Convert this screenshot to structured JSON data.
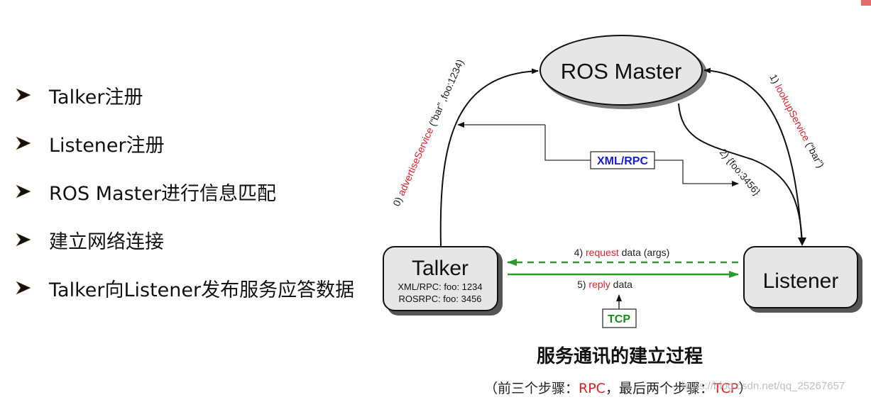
{
  "bullets": [
    {
      "text": "Talker注册"
    },
    {
      "text": "Listener注册"
    },
    {
      "text": "ROS Master进行信息匹配"
    },
    {
      "text": "建立网络连接"
    },
    {
      "text": "Talker向Listener发布服务应答数据"
    }
  ],
  "diagram": {
    "master": {
      "label": "ROS Master"
    },
    "talker": {
      "label": "Talker",
      "line1": "XML/RPC: foo: 1234",
      "line2": "ROSRPC: foo: 3456"
    },
    "listener": {
      "label": "Listener"
    },
    "xmlrpc_box": {
      "label": "XML/RPC"
    },
    "tcp_box": {
      "label": "TCP"
    },
    "step0": {
      "num": "0) ",
      "method": "advertiseService",
      "args": " (“bar” ,foo:1234)"
    },
    "step1": {
      "num": "1) ",
      "method": "lookupService",
      "args": " (“bar”)"
    },
    "step2": {
      "text": "2) {foo:3456}"
    },
    "step4": {
      "num": "4) ",
      "method": "request",
      "args": " data (args)"
    },
    "step5": {
      "num": "5) ",
      "method": "reply",
      "args": " data"
    },
    "colors": {
      "method_red": "#e0202a",
      "xmlrpc_blue": "#1a1ad0",
      "tcp_green": "#1a8a1a",
      "arrow_green": "#2a9a2a",
      "node_fill": "#e6e6e6"
    }
  },
  "caption": {
    "title": "服务通讯的建立过程",
    "sub_prefix": "（前三个步骤：",
    "sub_rpc": "RPC",
    "sub_mid": "，最后两个步骤：",
    "sub_tcp": "TCP",
    "sub_suffix": "）"
  },
  "watermark": {
    "text": "https://blog.csdn.net/qq_25267657"
  }
}
